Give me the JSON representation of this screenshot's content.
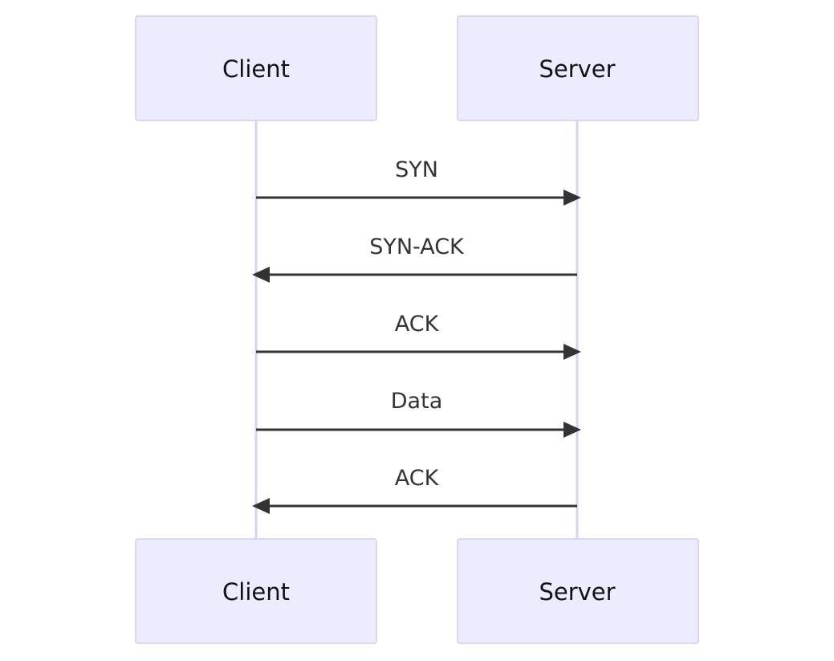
{
  "diagram": {
    "type": "sequence",
    "participants": {
      "client": "Client",
      "server": "Server"
    },
    "messages": [
      {
        "label": "SYN",
        "from": "client",
        "to": "server"
      },
      {
        "label": "SYN-ACK",
        "from": "server",
        "to": "client"
      },
      {
        "label": "ACK",
        "from": "client",
        "to": "server"
      },
      {
        "label": "Data",
        "from": "client",
        "to": "server"
      },
      {
        "label": "ACK",
        "from": "server",
        "to": "client"
      }
    ],
    "colors": {
      "actor_fill": "#ECECFF",
      "actor_border": "#D2CCF0",
      "lifeline": "#D8D2F2",
      "message": "#333333"
    }
  }
}
